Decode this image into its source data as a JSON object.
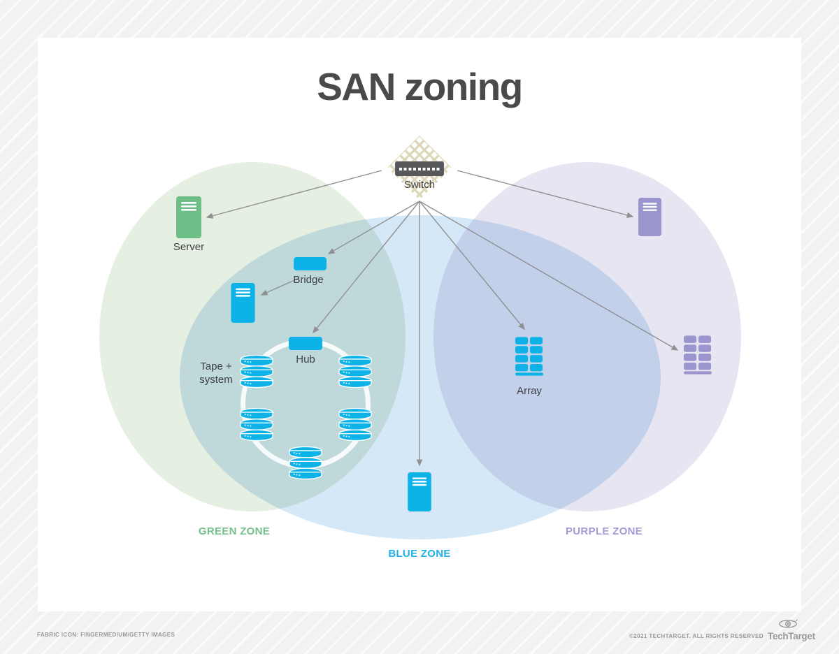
{
  "title": "SAN zoning",
  "nodes": {
    "switch": {
      "label": "Switch"
    },
    "server": {
      "label": "Server"
    },
    "bridge": {
      "label": "Bridge"
    },
    "tape_system": {
      "label": "Tape + system"
    },
    "hub": {
      "label": "Hub"
    },
    "array": {
      "label": "Array"
    },
    "blue_storage_server": {
      "label": ""
    },
    "purple_server": {
      "label": ""
    },
    "purple_array": {
      "label": ""
    },
    "disk_loop": {
      "disk_stacks": 5
    }
  },
  "connections": [
    {
      "from": "switch",
      "to": "server"
    },
    {
      "from": "switch",
      "to": "purple_server"
    },
    {
      "from": "switch",
      "to": "bridge"
    },
    {
      "from": "switch",
      "to": "hub"
    },
    {
      "from": "switch",
      "to": "blue_storage_server"
    },
    {
      "from": "switch",
      "to": "array"
    },
    {
      "from": "switch",
      "to": "purple_array"
    },
    {
      "from": "bridge",
      "to": "tape_system"
    }
  ],
  "zones": [
    {
      "label": "GREEN ZONE",
      "label_color": "#74c18d",
      "fill": "#e5efe2"
    },
    {
      "label": "BLUE ZONE",
      "label_color": "#1fb0ea",
      "fill": "#d5e8f7"
    },
    {
      "label": "PURPLE ZONE",
      "label_color": "#a09cd4",
      "fill": "#e8e5f2"
    }
  ],
  "colors": {
    "green_device": "#6dbe87",
    "blue_device": "#0db3e7",
    "purple_device": "#9a95cd",
    "switch_body": "#57585a",
    "fabric_beige": "#ddd6b8",
    "arrow": "#909090",
    "title_text": "#4a4a4c"
  },
  "footer": {
    "credit": "FABRIC ICON: FINGERMEDIUM/GETTY IMAGES",
    "copyright": "©2021 TECHTARGET. ALL RIGHTS RESERVED",
    "logo_text": "TechTarget"
  }
}
